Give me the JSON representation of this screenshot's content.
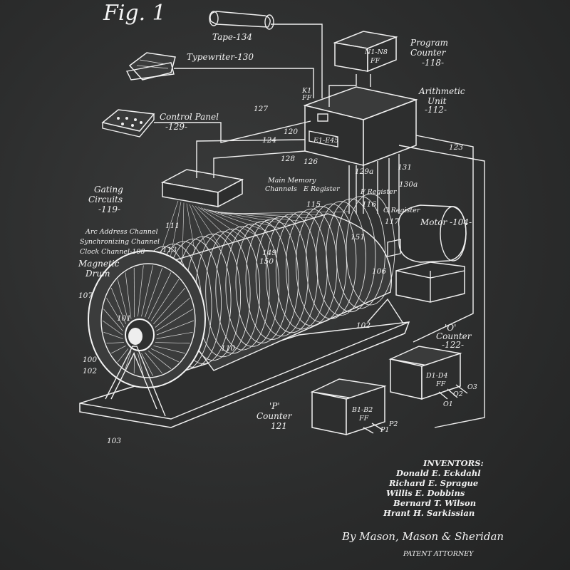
{
  "figure": {
    "title": "Fig. 1"
  },
  "components": {
    "tape": "Tape-134",
    "typewriter": "Typewriter-130",
    "program_counter": [
      "Program",
      "Counter",
      "-118-"
    ],
    "program_counter_chip": [
      "N1-N8",
      "FF"
    ],
    "arithmetic_unit": [
      "Arithmetic",
      "Unit",
      "-112-"
    ],
    "control_panel": [
      "Control Panel",
      "-129-"
    ],
    "gating_circuits": [
      "Gating",
      "Circuits",
      "-119-"
    ],
    "main_memory": [
      "Main Memory",
      "Channels",
      "E Register"
    ],
    "g_register": "G Register",
    "f_register": "F Register",
    "motor": "Motor -104-",
    "channels": [
      "Arc Address Channel",
      "Synchronizing Channel",
      "Clock Channel-108"
    ],
    "magnetic_drum": [
      "Magnetic",
      "Drum"
    ],
    "o_counter": [
      "'O'",
      "Counter",
      "-122-"
    ],
    "o_counter_chip": [
      "D1-D4",
      "FF"
    ],
    "p_counter": [
      "'P'",
      "Counter",
      "121"
    ],
    "p_counter_chip": [
      "B1-B2",
      "FF"
    ],
    "k_chip": [
      "K1",
      "FF"
    ],
    "e_chip": "E1-E45",
    "p_outputs": [
      "P1",
      "P2"
    ],
    "o_outputs": [
      "O1",
      "O2",
      "O3"
    ]
  },
  "refs": {
    "r127": "127",
    "r124": "124",
    "r120": "120",
    "r128": "128",
    "r126": "126",
    "r123": "123",
    "r129a": "129a",
    "r131": "131",
    "r130a": "130a",
    "r115": "115",
    "r116": "116",
    "r117": "117",
    "r151": "151",
    "r111": "111",
    "r113": "113",
    "r149": "149",
    "r150": "150",
    "r106": "106",
    "r107": "107",
    "r101": "101",
    "r100": "100",
    "r102": "102",
    "r102b": "102",
    "r110": "110",
    "r103": "103"
  },
  "inventors": {
    "heading": "INVENTORS:",
    "names": [
      "Donald E. Eckdahl",
      "Richard E. Sprague",
      "Willis E. Dobbins",
      "Bernard T. Wilson",
      "Hrant H. Sarkissian"
    ]
  },
  "attorney": {
    "signature": "By Mason, Mason & Sheridan",
    "title": "PATENT ATTORNEY"
  }
}
